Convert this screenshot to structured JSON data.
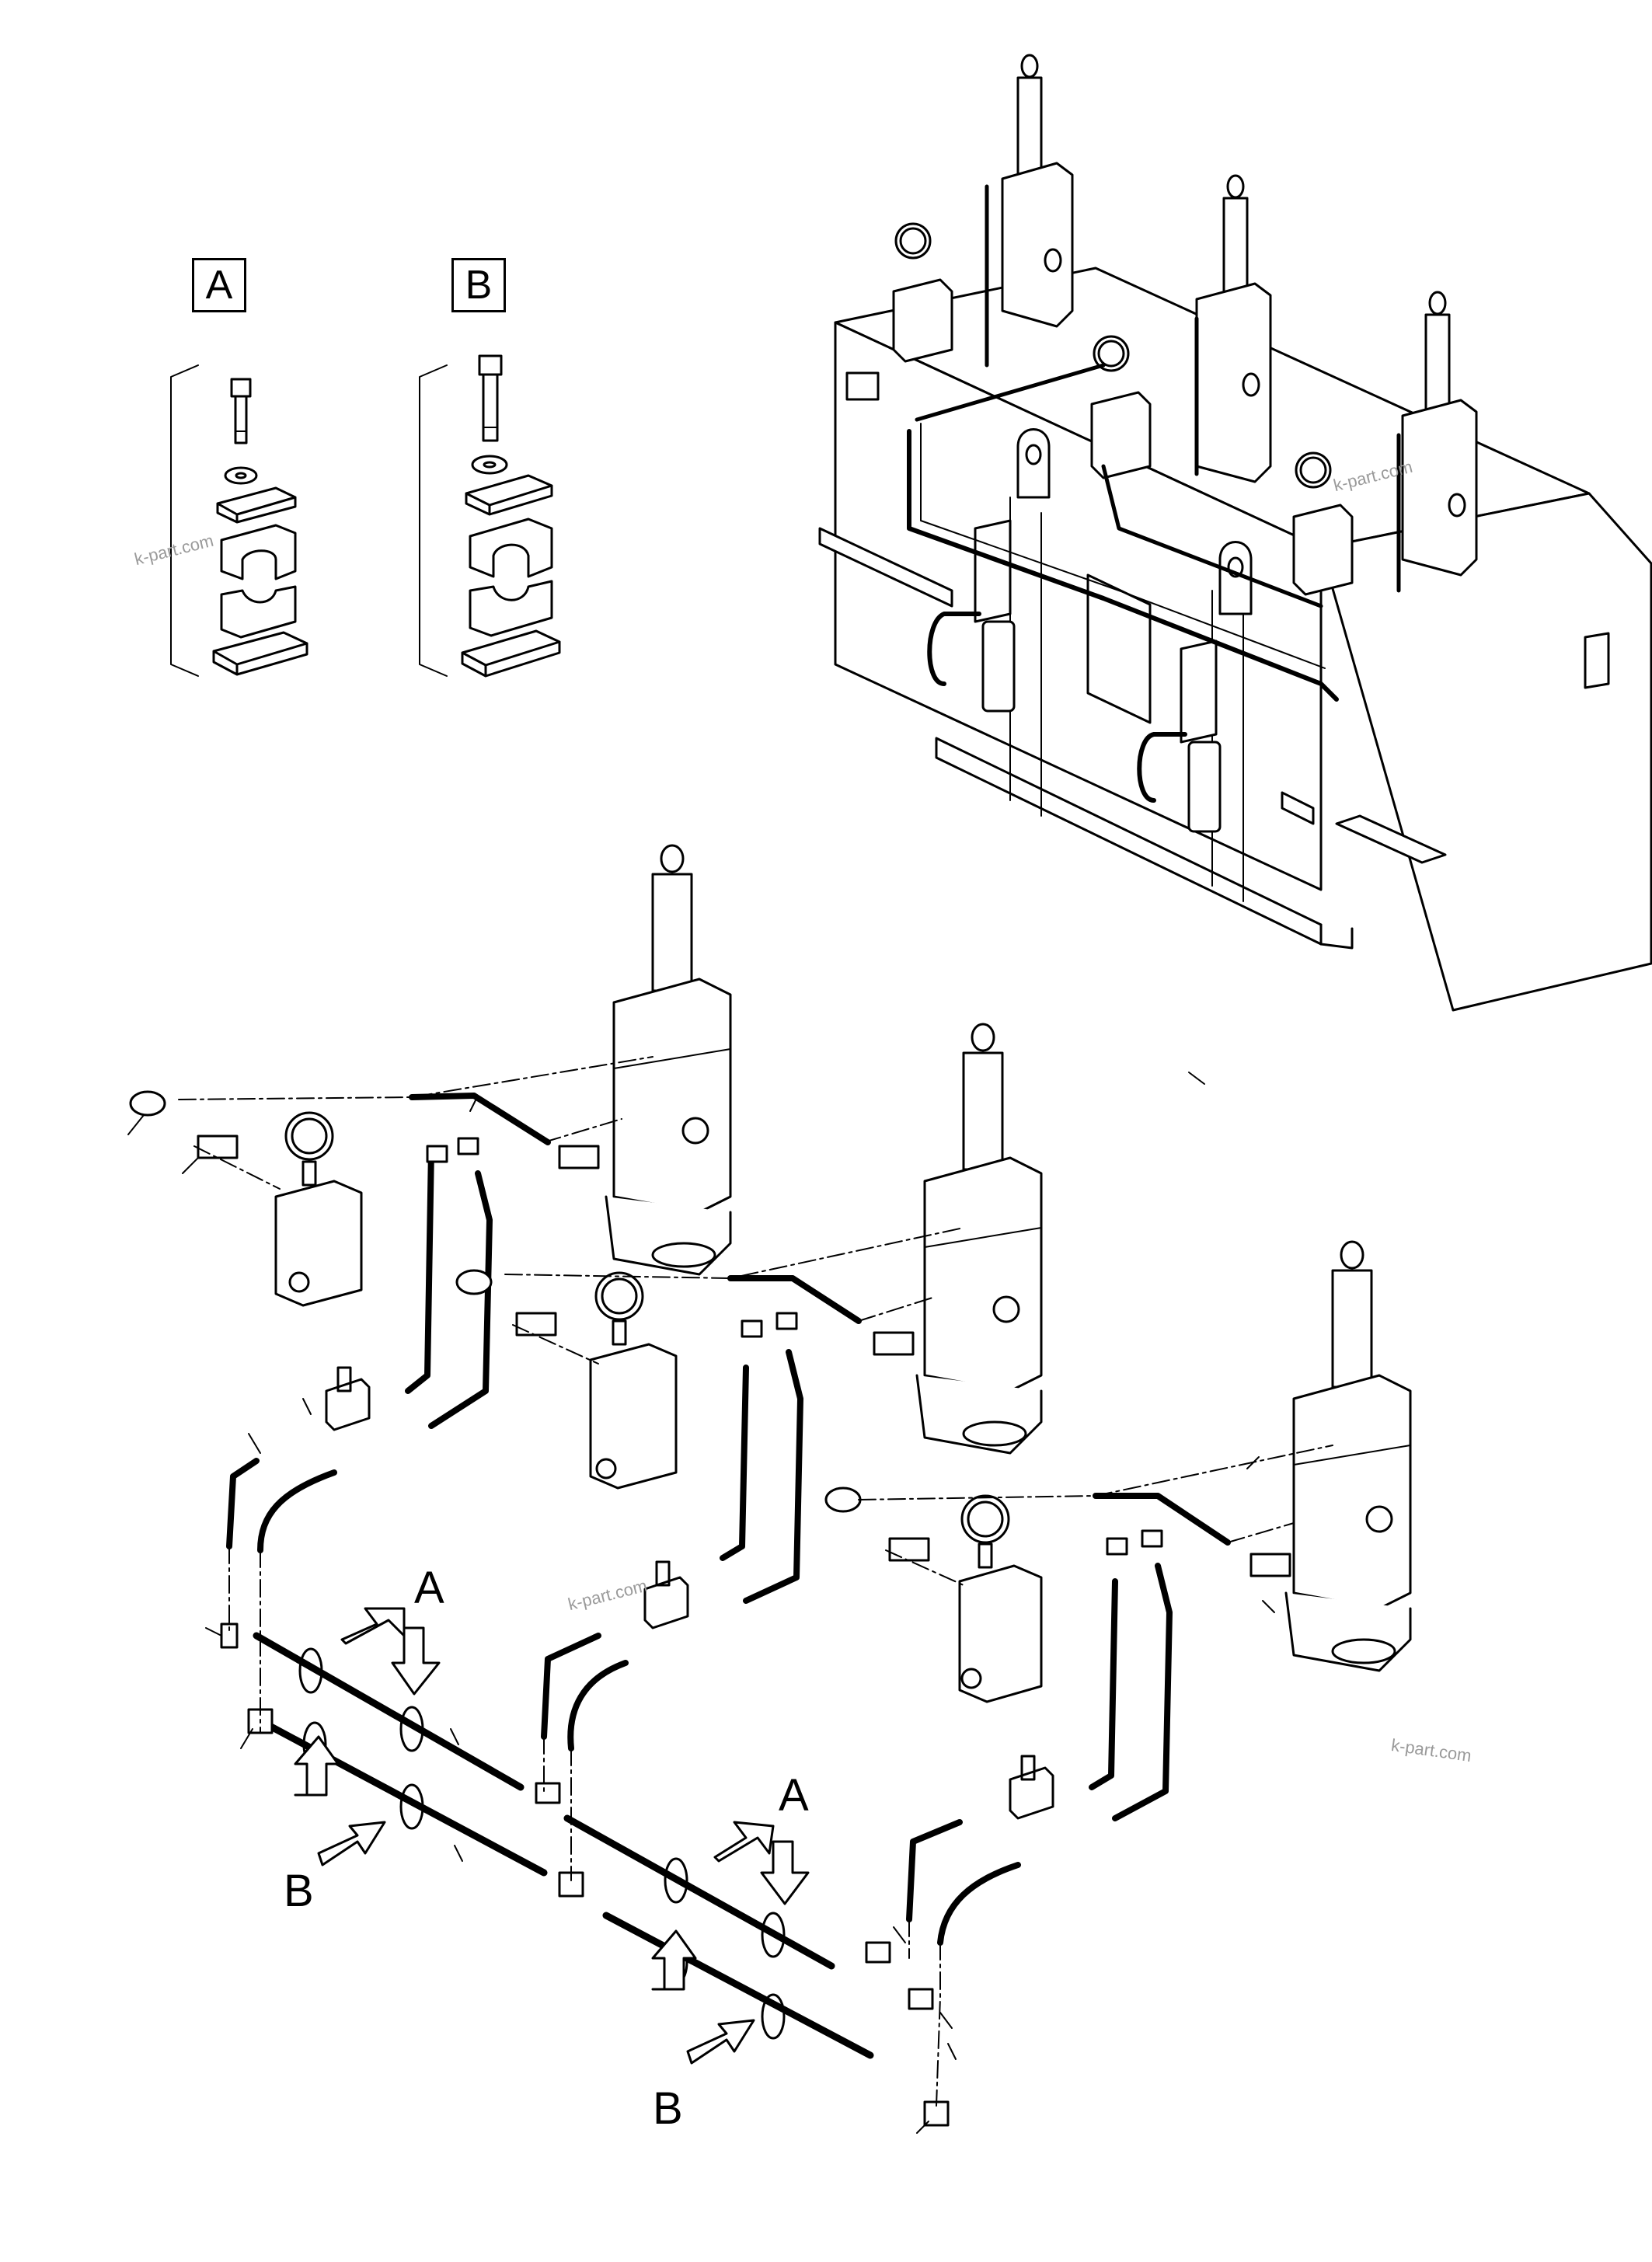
{
  "detail_labels": {
    "a": "A",
    "b": "B"
  },
  "flow_labels": {
    "a1": "A",
    "a2": "A",
    "b1": "B",
    "b2": "B"
  },
  "watermark": "k-part.com",
  "colors": {
    "line": "#000000",
    "watermark": "#9a9a9a",
    "background": "#ffffff"
  }
}
